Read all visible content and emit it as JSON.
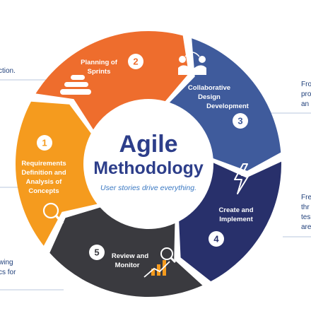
{
  "center": {
    "title_line1": "Agile",
    "title_line2": "Methodology",
    "subtitle": "User stories drive everything."
  },
  "segments": [
    {
      "number": "1",
      "lines": [
        "Requirements",
        "Definition and",
        "Analysis of",
        "Concepts"
      ],
      "color": "#f59b1e",
      "icon": "magnifier-icon"
    },
    {
      "number": "2",
      "lines": [
        "Planning of",
        "Sprints"
      ],
      "color": "#ee6d2d",
      "icon": "stacked-stones-icon"
    },
    {
      "number": "3",
      "lines": [
        "Collaborative",
        "Design",
        "Development"
      ],
      "color": "#3f5b9c",
      "icon": "handshake-icon"
    },
    {
      "number": "4",
      "lines": [
        "Create and",
        "Implement"
      ],
      "color": "#28306b",
      "icon": "lightning-icon"
    },
    {
      "number": "5",
      "lines": [
        "Review and",
        "Monitor"
      ],
      "color": "#3a3a3f",
      "icon": "growth-chart-icon"
    }
  ],
  "side_text": {
    "left_top": [
      "ction."
    ],
    "right_top": [
      "Fro",
      "pro",
      "an"
    ],
    "right_mid": [
      "Fre",
      "thr",
      "tes",
      "are"
    ],
    "left_bottom": [
      "wing",
      "cs for"
    ]
  },
  "colors": {
    "divider": "#b9c7dc",
    "side_text": "#1f3f7a"
  }
}
